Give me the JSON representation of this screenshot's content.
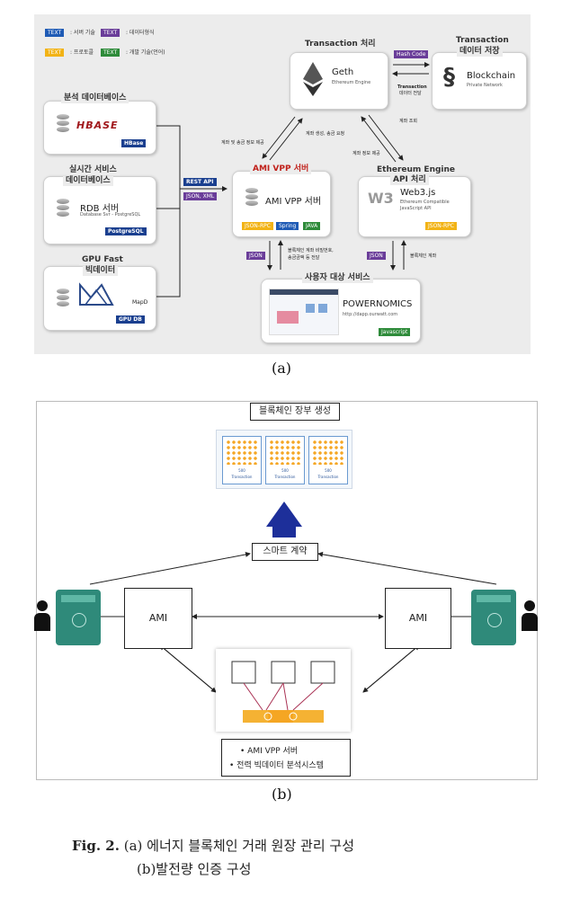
{
  "legend": [
    {
      "tag": "TEXT",
      "text": ": 서버 기술",
      "color": "#1f5bb5"
    },
    {
      "tag": "TEXT",
      "text": ": 데이터형식",
      "color": "#6a3d99"
    },
    {
      "tag": "TEXT",
      "text": ": 프로토콜",
      "color": "#f2b316"
    },
    {
      "tag": "TEXT",
      "text": ": 개발 기술(언어)",
      "color": "#2e8b3a"
    }
  ],
  "panel_a": {
    "analysis_db": {
      "title": "분석 데이터베이스",
      "logo": "HBASE",
      "tag": "HBase"
    },
    "realtime_db": {
      "title_line1": "실시간 서비스",
      "title_line2": "데이터베이스",
      "name": "RDB 서버",
      "sub": "Database Svr - PostgreSQL",
      "tag": "PostgreSQL"
    },
    "gpu_db": {
      "title_line1": "GPU Fast",
      "title_line2": "빅데이터",
      "name": "MapD",
      "tag": "GPU DB"
    },
    "rest_api": "REST API",
    "json_xml": "JSON, XML",
    "tx_process": {
      "title": "Transaction 처리",
      "name": "Geth",
      "sub": "Ethereum Engine"
    },
    "hash_code": "Hash Code",
    "tx_transfer_line1": "Transaction",
    "tx_transfer_line2": "데이터 전달",
    "tx_store": {
      "title_line1": "Transaction",
      "title_line2": "데이터 저장",
      "name": "Blockchain",
      "sub": "Private Network"
    },
    "vpp_server": {
      "title": "AMI VPP 서버",
      "name": "AMI VPP 서버",
      "tags": [
        "JSON-RPC",
        "Spring",
        "JAVA"
      ]
    },
    "eth_engine": {
      "title_line1": "Ethereum Engine",
      "title_line2": "API 처리",
      "name": "Web3.js",
      "sub_line1": "Ethereum Compatible",
      "sub_line2": "JavaScript API",
      "tag": "JSON-RPC"
    },
    "user_service": {
      "title": "사용자 대상 서비스",
      "name": "POWERNOMICS",
      "url": "http://dapp.ourwatt.com",
      "tag": "Javascript"
    },
    "notes": {
      "account_send": "계좌 및 송금 정보 제공",
      "account_create": "계좌 생성, 송금 요청",
      "account_info": "계좌 정보 제공",
      "account_query": "계좌 조회",
      "json_left": "JSON",
      "json_right": "JSON",
      "user_note_line1": "블록체인 계좌 비밀번호,",
      "user_note_line2": "송금금액 등 전달",
      "account_right": "블록체인 계좌"
    },
    "label": "(a)"
  },
  "panel_b": {
    "ledger_title": "블록체인 장부 생성",
    "block_label_line1": "500",
    "block_label_line2": "Transaction",
    "smart_contract": "스마트 계약",
    "ami_left": "AMI",
    "ami_right": "AMI",
    "bottom_line1": "•  AMI VPP 서버",
    "bottom_line2": "•  전력 빅데이터 분석시스템",
    "label": "(b)"
  },
  "caption": {
    "fig": "Fig. 2.",
    "line1": "(a) 에너지 블록체인 거래 원장 관리 구성",
    "line2": "(b)발전량 인증 구성"
  }
}
